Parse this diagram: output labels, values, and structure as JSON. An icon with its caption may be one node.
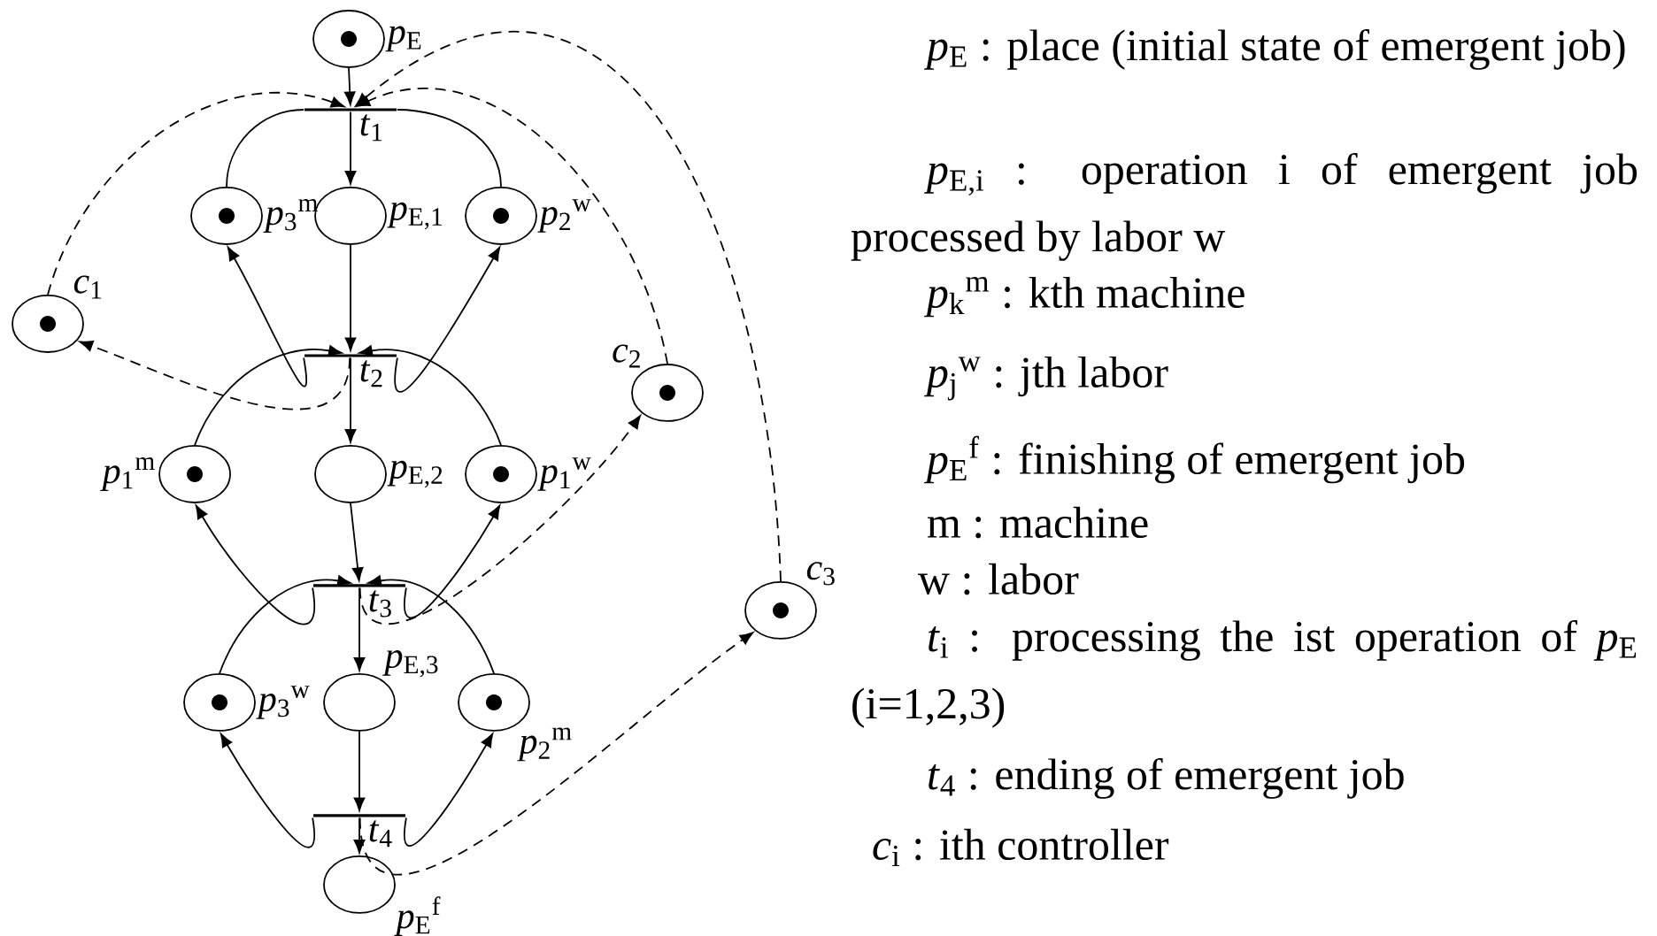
{
  "diagram": {
    "nodes": [
      {
        "text": [
          "*p*$_{E}$"
        ]
      },
      {
        "text": [
          "*t*$_{1}$"
        ]
      },
      {
        "text": [
          "*p*$_{3}$$^{m}$"
        ]
      },
      {
        "text": [
          "*p*$_{E,1}$"
        ]
      },
      {
        "text": [
          "*p*$_{2}$$^{w}$"
        ]
      },
      {
        "text": [
          "*c*$_{1}$"
        ]
      },
      {
        "text": [
          "*t*$_{2}$"
        ]
      },
      {
        "text": [
          "*c*$_{2}$"
        ]
      },
      {
        "text": [
          "*p*$_{1}$$^{m}$"
        ]
      },
      {
        "text": [
          "*p*$_{E,2}$"
        ]
      },
      {
        "text": [
          "*p*$_{1}$$^{w}$"
        ]
      },
      {
        "text": [
          "*t*$_{3}$"
        ]
      },
      {
        "text": [
          "*c*$_{3}$"
        ]
      },
      {
        "text": [
          "*p*$_{3}$$^{w}$"
        ]
      },
      {
        "text": [
          "*p*$_{E,3}$"
        ]
      },
      {
        "text": [
          "*p*$_{2}$$^{m}$"
        ]
      },
      {
        "text": [
          "*t*$_{4}$"
        ]
      },
      {
        "text": [
          "*p*$_{E}$$^{f}$"
        ]
      }
    ],
    "edges": [
      {
        "from": 0,
        "to": 1,
        "arrow": "to"
      },
      {
        "from": 1,
        "to": 3,
        "arrow": "to"
      },
      {
        "from": 3,
        "to": 6,
        "arrow": "to"
      },
      {
        "from": 6,
        "to": 9,
        "arrow": "to"
      },
      {
        "from": 9,
        "to": 11,
        "arrow": "to"
      },
      {
        "from": 11,
        "to": 14,
        "arrow": "to"
      },
      {
        "from": 14,
        "to": 16,
        "arrow": "to"
      },
      {
        "from": 16,
        "to": 17,
        "arrow": "to"
      },
      {
        "from": 2,
        "to": 1,
        "arrow": "none"
      },
      {
        "from": 4,
        "to": 1,
        "arrow": "none"
      },
      {
        "from": 6,
        "to": 2,
        "arrow": "to"
      },
      {
        "from": 6,
        "to": 4,
        "arrow": "to"
      },
      {
        "from": 8,
        "to": 6,
        "arrow": "to"
      },
      {
        "from": 10,
        "to": 6,
        "arrow": "to"
      },
      {
        "from": 6,
        "to": 5,
        "arrow": "to",
        "style": "dashed"
      },
      {
        "from": 5,
        "to": 1,
        "arrow": "to",
        "style": "dashed"
      },
      {
        "from": 7,
        "to": 1,
        "arrow": "to",
        "style": "dashed"
      },
      {
        "from": 12,
        "to": 1,
        "arrow": "to",
        "style": "dashed"
      },
      {
        "from": 11,
        "to": 8,
        "arrow": "to"
      },
      {
        "from": 11,
        "to": 10,
        "arrow": "to"
      },
      {
        "from": 13,
        "to": 11,
        "arrow": "to"
      },
      {
        "from": 15,
        "to": 11,
        "arrow": "to"
      },
      {
        "from": 11,
        "to": 7,
        "arrow": "to",
        "style": "dashed"
      },
      {
        "from": 16,
        "to": 13,
        "arrow": "to"
      },
      {
        "from": 16,
        "to": 15,
        "arrow": "to"
      },
      {
        "from": 16,
        "to": 12,
        "arrow": "to",
        "style": "dashed"
      }
    ],
    "labels": [
      "*p*$_{E}$ : place (initial state of emergent job)",
      "*p*$_{E,i}$ : operation i of emergent job processed by labor w",
      "*p*$_{k}$$^{m}$ : kth machine",
      "*p*$_{j}$$^{w}$ : jth labor",
      "*p*$_{E}$$^{f}$ : finishing of emergent job",
      "m : machine",
      "w : labor",
      "*t*$_{i}$ : processing the ist operation of *p*$_{E}$ (i=1,2,3)",
      "*t*$_{4}$ : ending of emergent job",
      "*c*$_{i}$ : ith controller"
    ]
  }
}
